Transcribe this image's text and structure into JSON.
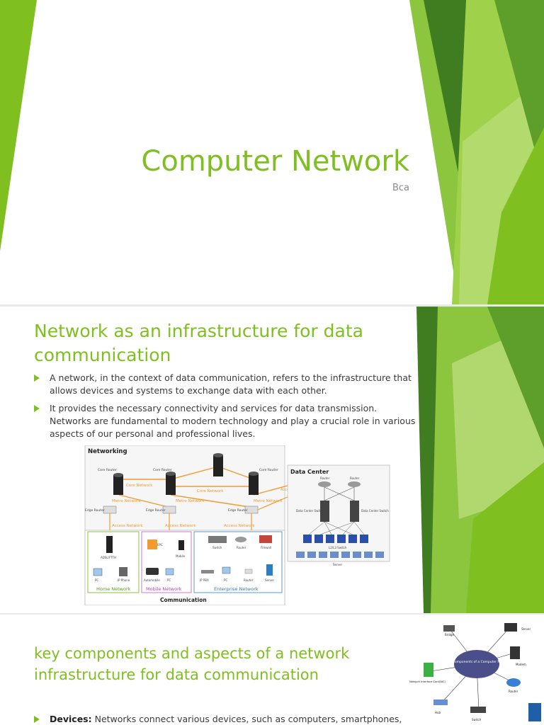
{
  "slide1": {
    "title": "Computer Network",
    "subtitle": "Bca"
  },
  "slide2": {
    "heading": "Network as an infrastructure for data communication",
    "bullets": [
      "A network, in the context of data communication, refers to the infrastructure that allows devices and systems to exchange data with each other.",
      "It provides the necessary connectivity and services for data transmission. Networks are fundamental to modern technology and play a crucial role in various aspects of our personal and professional lives."
    ],
    "diagram": {
      "title": "Networking",
      "core_router": "Core Router",
      "core_network": "Core Network",
      "metro_network": "Metro Network",
      "edge_router": "Edge Router",
      "access_network": "Access Network",
      "home_network": "Home Network",
      "mobile_network": "Mobile Network",
      "enterprise_network": "Enterprise Network",
      "communication": "Communication",
      "data_center": "Data Center",
      "router": "Router",
      "dc_switch": "Data Center Switch",
      "l2_switch": "L2/L3 Switch",
      "server": "Server",
      "adsl": "ADSL/FTTH",
      "pc": "PC",
      "ip_phone": "IP Phone",
      "automobile": "Automobile",
      "mobile": "Mobile",
      "epc": "EPC",
      "switch": "Switch",
      "firewall": "Firewall",
      "ip_pbx": "IP PBX"
    }
  },
  "slide3": {
    "heading": "key components and aspects of a network infrastructure for data communication",
    "bullet_term": "Devices:",
    "bullet_text": " Networks connect various devices, such as computers, smartphones,",
    "image": {
      "center": "Major Components of a Computer Network",
      "bridge": "Bridge",
      "server": "Server",
      "modem": "Modem",
      "nic": "Network Interface Card(NIC)",
      "router": "Router",
      "hub": "Hub",
      "switch": "Switch"
    }
  },
  "colors": {
    "accent_green": "#7fbf1f",
    "dark_green": "#3f7d20",
    "light_green": "#b9dc7a"
  }
}
